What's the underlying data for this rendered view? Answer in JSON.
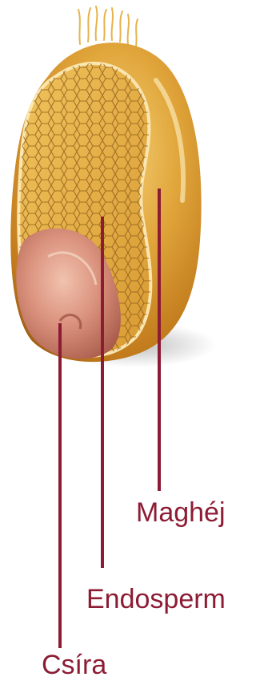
{
  "labels": {
    "husk": "Maghéj",
    "endosperm": "Endosperm",
    "germ": "Csíra"
  },
  "colors": {
    "leader_line": "#8c1c34",
    "label_text": "#8c1c34",
    "husk_gold": "#e0a53a",
    "endosperm_fill": "#e7b04a",
    "endosperm_cell_lines": "#8a5a1a",
    "germ_pink": "#d9917c"
  },
  "parts": [
    "husk",
    "endosperm",
    "germ",
    "brush-hairs"
  ]
}
